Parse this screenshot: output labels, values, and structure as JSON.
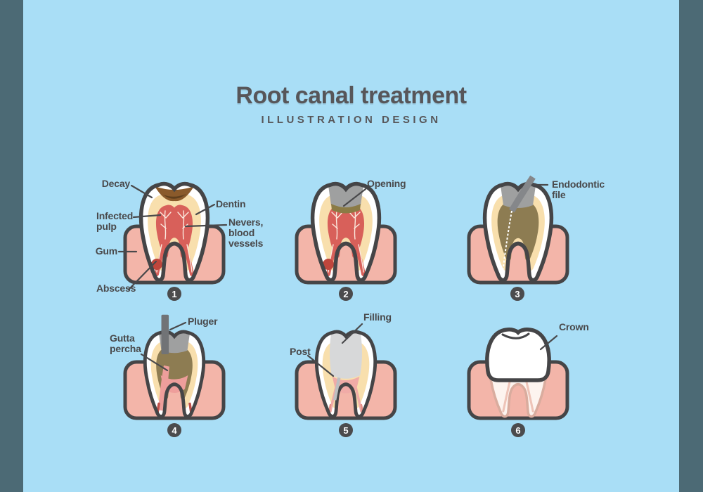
{
  "title": "Root canal treatment",
  "subtitle": "ILLUSTRATION DESIGN",
  "colors": {
    "background": "#a9def6",
    "side_bars": "#4c6a75",
    "outline": "#454547",
    "gum": "#f3b5a9",
    "tooth": "#ffffff",
    "dentin": "#f8dfad",
    "pulp": "#d8605a",
    "decay_brown": "#8a5a2b",
    "abscess": "#bf463c",
    "opening_gray": "#9fa0a0",
    "cavity_olive": "#8d7c52",
    "instrument_gray": "#7c7e81",
    "filling_gray": "#d7d8d9",
    "gutta_percha_pink": "#ee9e9b",
    "label_text": "#49494b",
    "badge": "#4b4b4d"
  },
  "panels": [
    {
      "number": "1",
      "labels": {
        "decay": "Decay",
        "infected_pulp": "Infected\npulp",
        "dentin": "Dentin",
        "nerves": "Nevers,\nblood\nvessels",
        "gum": "Gum",
        "abscess": "Abscess"
      }
    },
    {
      "number": "2",
      "labels": {
        "opening": "Opening"
      }
    },
    {
      "number": "3",
      "labels": {
        "endodontic_file": "Endodontic\nfile"
      }
    },
    {
      "number": "4",
      "labels": {
        "pluger": "Pluger",
        "gutta_percha": "Gutta\npercha"
      }
    },
    {
      "number": "5",
      "labels": {
        "filling": "Filling",
        "post": "Post"
      }
    },
    {
      "number": "6",
      "labels": {
        "crown": "Crown"
      }
    }
  ]
}
